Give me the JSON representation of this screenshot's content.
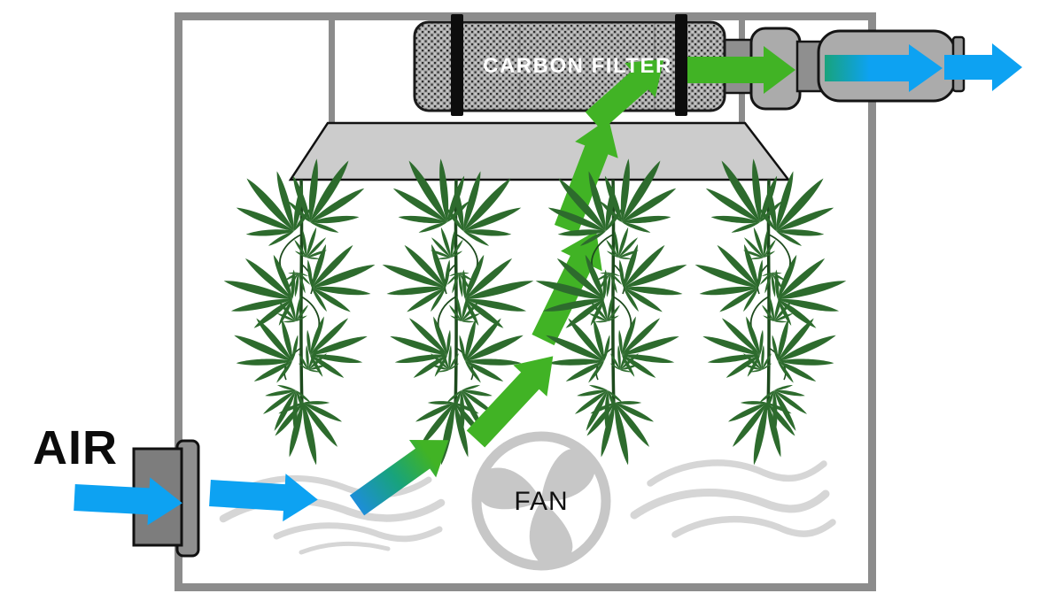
{
  "labels": {
    "air": "AIR",
    "carbon_filter": "CARBON FILTER",
    "fan": "FAN"
  },
  "colors": {
    "airflow_fresh_blue": "#0da2f2",
    "airflow_scrubbed_green": "#41b325",
    "gradient_deep_blue": "#1d8ed9",
    "gradient_teal": "#18a37c",
    "plant_green": "#2d6b2d",
    "stem_green": "#1d4a1d",
    "tent_frame_gray": "#8c8c8c",
    "reflector_gray": "#cccccc",
    "duct_dark_gray": "#8f8f8f",
    "component_gray": "#ababab",
    "filter_mesh_gray": "#a9a9a9",
    "strap_black": "#0d0d0d",
    "wind_swoosh_gray": "#d6d6d6",
    "fan_gray": "#c7c7c7",
    "label_white": "#ffffff"
  },
  "components": [
    "air-intake-vent",
    "grow-tent",
    "circulation-fan",
    "cannabis-plants",
    "grow-light-reflector",
    "carbon-filter",
    "duct-coupler",
    "inline-exhaust-component",
    "exhaust-outlet"
  ]
}
